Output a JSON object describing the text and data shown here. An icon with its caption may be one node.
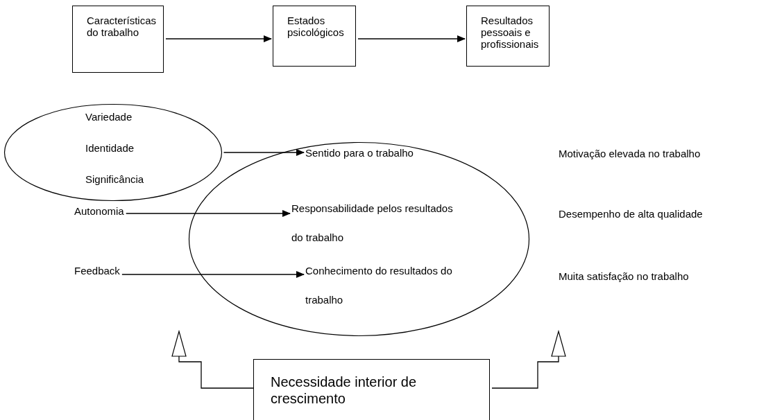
{
  "diagram": {
    "nodes": [
      {
        "text": [
          "Características do trabalho"
        ]
      },
      {
        "text": [
          "Estados psicológicos"
        ]
      },
      {
        "text": [
          "Resultados pessoais e profissionais"
        ]
      },
      {
        "text": [
          "Variedade",
          "Identidade",
          "Significância"
        ]
      },
      {
        "text": [],
        "shape": "ellipse"
      },
      {
        "text": [
          "Sentido para o trabalho"
        ],
        "in": 4
      },
      {
        "text": [
          "Autonomia"
        ]
      },
      {
        "text": [
          "Responsabilidade pelos resultados do trabalho"
        ],
        "in": 4
      },
      {
        "text": [
          "Feedback"
        ]
      },
      {
        "text": [
          "Conhecimento do resultados do trabalho"
        ],
        "in": 4
      },
      {
        "text": [
          "Necessidade interior de crescimento"
        ]
      }
    ],
    "edges": [
      {
        "from": 0,
        "to": 1,
        "arrow": "to"
      },
      {
        "from": 1,
        "to": 2,
        "arrow": "to"
      },
      {
        "from": 3,
        "to": 5,
        "arrow": "to"
      },
      {
        "from": 6,
        "to": 7,
        "arrow": "to"
      },
      {
        "from": 8,
        "to": 9,
        "arrow": "to"
      },
      {
        "from": 10,
        "to": null,
        "arrow": "to"
      },
      {
        "from": 10,
        "to": null,
        "arrow": "to"
      }
    ],
    "labels": [
      "Motivação elevada no trabalho",
      "Desempenho de alta qualidade",
      "Muita satisfação no trabalho"
    ]
  }
}
